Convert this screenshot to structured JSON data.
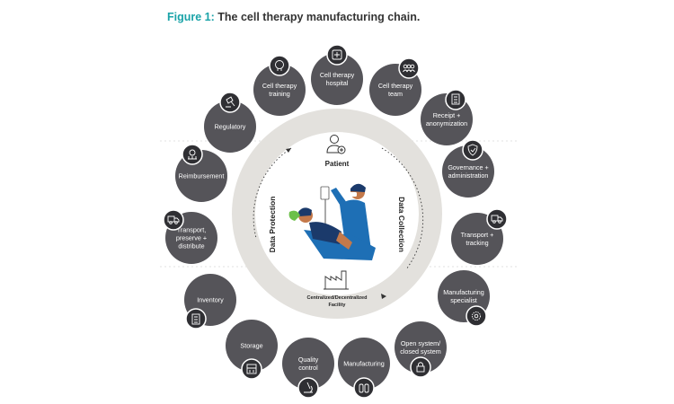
{
  "figure": {
    "label": "Figure 1:",
    "title": " The cell therapy manufacturing chain."
  },
  "center": {
    "patient": "Patient",
    "data_protection": "Data Protection",
    "data_collection": "Data Collection",
    "facility_line1": "Centralized/Decentralized",
    "facility_line2": "Facility"
  },
  "nodes": [
    {
      "id": "cell-therapy-training",
      "lines": [
        "Cell therapy",
        "training"
      ],
      "icon": "brain-icon"
    },
    {
      "id": "cell-therapy-hospital",
      "lines": [
        "Cell therapy",
        "hospital"
      ],
      "icon": "hospital-cross-icon"
    },
    {
      "id": "cell-therapy-team",
      "lines": [
        "Cell therapy",
        "team"
      ],
      "icon": "team-icon"
    },
    {
      "id": "receipt-anonymization",
      "lines": [
        "Receipt +",
        "anonymization"
      ],
      "icon": "document-icon"
    },
    {
      "id": "governance-administration",
      "lines": [
        "Governance +",
        "administration"
      ],
      "icon": "shield-icon"
    },
    {
      "id": "transport-tracking",
      "lines": [
        "Transport +",
        "tracking"
      ],
      "icon": "truck-icon"
    },
    {
      "id": "manufacturing-specialist",
      "lines": [
        "Manufacturing",
        "specialist"
      ],
      "icon": "gear-person-icon"
    },
    {
      "id": "open-closed-system",
      "lines": [
        "Open system/",
        "closed system"
      ],
      "icon": "lock-icon"
    },
    {
      "id": "manufacturing",
      "lines": [
        "Manufacturing"
      ],
      "icon": "vials-icon"
    },
    {
      "id": "quality-control",
      "lines": [
        "Quality",
        "control"
      ],
      "icon": "microscope-icon"
    },
    {
      "id": "storage",
      "lines": [
        "Storage"
      ],
      "icon": "freezer-icon"
    },
    {
      "id": "inventory",
      "lines": [
        "Inventory"
      ],
      "icon": "clipboard-icon"
    },
    {
      "id": "transport-preserve-distribute",
      "lines": [
        "Transport,",
        "preserve +",
        "distribute"
      ],
      "icon": "truck-icon"
    },
    {
      "id": "reimbursement",
      "lines": [
        "Reimbursement"
      ],
      "icon": "money-icon"
    },
    {
      "id": "regulatory",
      "lines": [
        "Regulatory"
      ],
      "icon": "gavel-icon"
    }
  ],
  "colors": {
    "node_fill": "#555459",
    "center_fill": "#e3e1dd",
    "title_accent": "#1aa3a8",
    "figure_blue": "#1e6fb5",
    "figure_navy": "#1b3a6b",
    "figure_green": "#6cc04a",
    "figure_skin": "#c4794a"
  }
}
